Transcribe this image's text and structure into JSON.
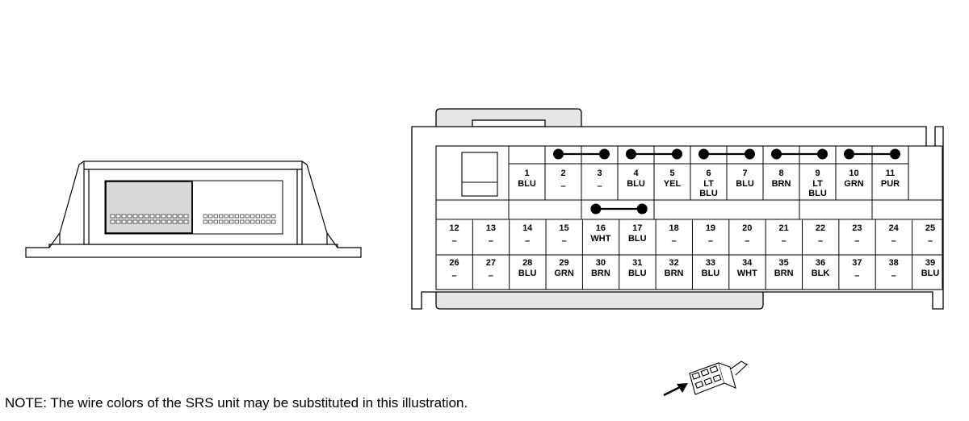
{
  "note": "NOTE: The wire colors of the SRS unit may be substituted in this illustration.",
  "colors": {
    "line": "#000000",
    "housing": "#ffffff",
    "tab": "#e6e6e6",
    "module_gray": "#d8d8d8"
  },
  "top_row": [
    {
      "num": "1",
      "color": [
        "BLU"
      ]
    },
    {
      "num": "2",
      "color": [
        "–"
      ]
    },
    {
      "num": "3",
      "color": [
        "–"
      ]
    },
    {
      "num": "4",
      "color": [
        "BLU"
      ]
    },
    {
      "num": "5",
      "color": [
        "YEL"
      ]
    },
    {
      "num": "6",
      "color": [
        "LT",
        "BLU"
      ]
    },
    {
      "num": "7",
      "color": [
        "BLU"
      ]
    },
    {
      "num": "8",
      "color": [
        "BRN"
      ]
    },
    {
      "num": "9",
      "color": [
        "LT",
        "BLU"
      ]
    },
    {
      "num": "10",
      "color": [
        "GRN"
      ]
    },
    {
      "num": "11",
      "color": [
        "PUR"
      ]
    }
  ],
  "middle_row": [
    {
      "num": "12",
      "color": [
        "–"
      ]
    },
    {
      "num": "13",
      "color": [
        "–"
      ]
    },
    {
      "num": "14",
      "color": [
        "–"
      ]
    },
    {
      "num": "15",
      "color": [
        "–"
      ]
    },
    {
      "num": "16",
      "color": [
        "WHT"
      ]
    },
    {
      "num": "17",
      "color": [
        "BLU"
      ]
    },
    {
      "num": "18",
      "color": [
        "–"
      ]
    },
    {
      "num": "19",
      "color": [
        "–"
      ]
    },
    {
      "num": "20",
      "color": [
        "–"
      ]
    },
    {
      "num": "21",
      "color": [
        "–"
      ]
    },
    {
      "num": "22",
      "color": [
        "–"
      ]
    },
    {
      "num": "23",
      "color": [
        "–"
      ]
    },
    {
      "num": "24",
      "color": [
        "–"
      ]
    },
    {
      "num": "25",
      "color": [
        "–"
      ]
    }
  ],
  "bottom_row": [
    {
      "num": "26",
      "color": [
        "–"
      ]
    },
    {
      "num": "27",
      "color": [
        "–"
      ]
    },
    {
      "num": "28",
      "color": [
        "BLU"
      ]
    },
    {
      "num": "29",
      "color": [
        "GRN"
      ]
    },
    {
      "num": "30",
      "color": [
        "BRN"
      ]
    },
    {
      "num": "31",
      "color": [
        "BLU"
      ]
    },
    {
      "num": "32",
      "color": [
        "BRN"
      ]
    },
    {
      "num": "33",
      "color": [
        "BLU"
      ]
    },
    {
      "num": "34",
      "color": [
        "WHT"
      ]
    },
    {
      "num": "35",
      "color": [
        "BRN"
      ]
    },
    {
      "num": "36",
      "color": [
        "BLK"
      ]
    },
    {
      "num": "37",
      "color": [
        "–"
      ]
    },
    {
      "num": "38",
      "color": [
        "–"
      ]
    },
    {
      "num": "39",
      "color": [
        "BLU"
      ]
    }
  ],
  "shorting_bars": [
    {
      "row": "top",
      "from_pin": "2",
      "to_pin": "3"
    },
    {
      "row": "top",
      "from_pin": "4",
      "to_pin": "5"
    },
    {
      "row": "top",
      "from_pin": "6",
      "to_pin": "7"
    },
    {
      "row": "top",
      "from_pin": "8",
      "to_pin": "9"
    },
    {
      "row": "top",
      "from_pin": "10",
      "to_pin": "11"
    },
    {
      "row": "middle",
      "from_pin": "16",
      "to_pin": "17"
    }
  ],
  "icons": {
    "module": "srs-unit-module-icon",
    "harness": "harness-connector-icon",
    "arrow": "view-direction-arrow-icon"
  }
}
